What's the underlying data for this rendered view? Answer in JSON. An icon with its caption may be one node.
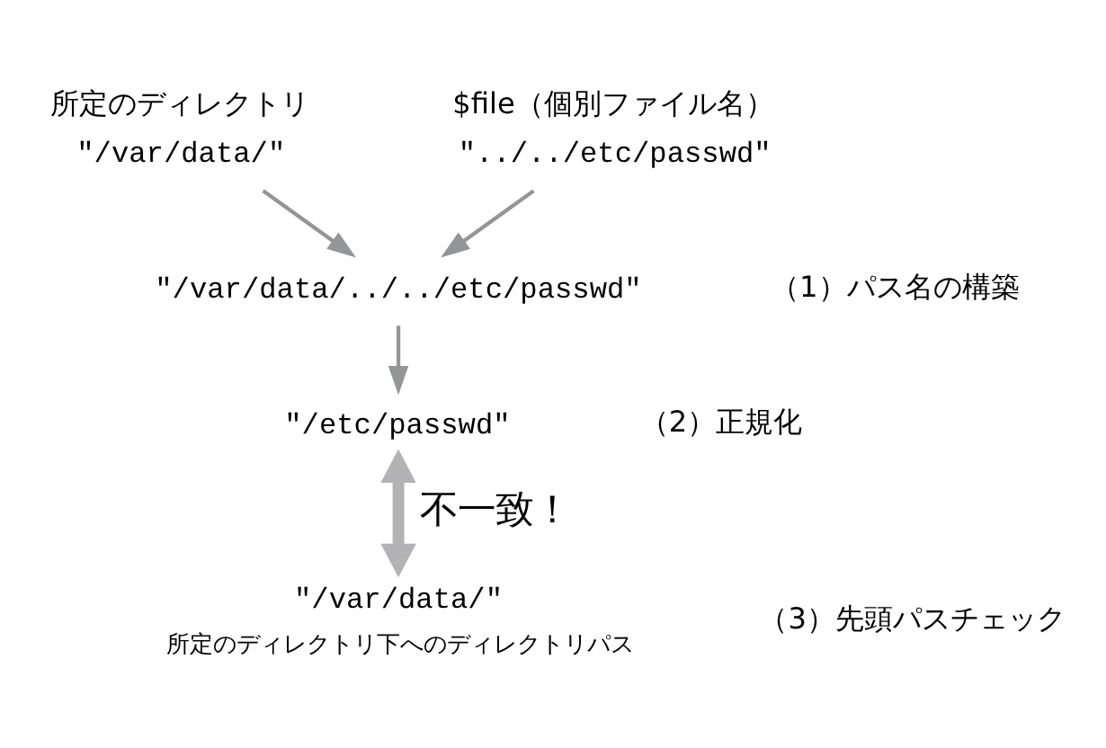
{
  "diagram": {
    "nodes": [
      {
        "text": [
          "所定のディレクトリ",
          "\"/var/data/\""
        ]
      },
      {
        "text": [
          "$file（個別ファイル名）",
          "\"../../etc/passwd\""
        ]
      },
      {
        "text": [
          "\"/var/data/../../etc/passwd\""
        ]
      },
      {
        "text": [
          "\"/etc/passwd\""
        ]
      },
      {
        "text": [
          "\"/var/data/\""
        ],
        "beside": [
          "所定のディレクトリ下へのディレクトリパス"
        ]
      }
    ],
    "edges": [
      {
        "from": 0,
        "to": 2,
        "arrow": "to"
      },
      {
        "from": 1,
        "to": 2,
        "arrow": "to"
      },
      {
        "from": 2,
        "to": 3,
        "arrow": "to"
      },
      {
        "from": 3,
        "to": 4,
        "arrow": "both",
        "label": "不一致！",
        "style": "thick",
        "color": "#b3b3b5"
      }
    ],
    "labels": [
      "（1）パス名の構築",
      "（2）正規化",
      "（3）先頭パスチェック"
    ]
  }
}
